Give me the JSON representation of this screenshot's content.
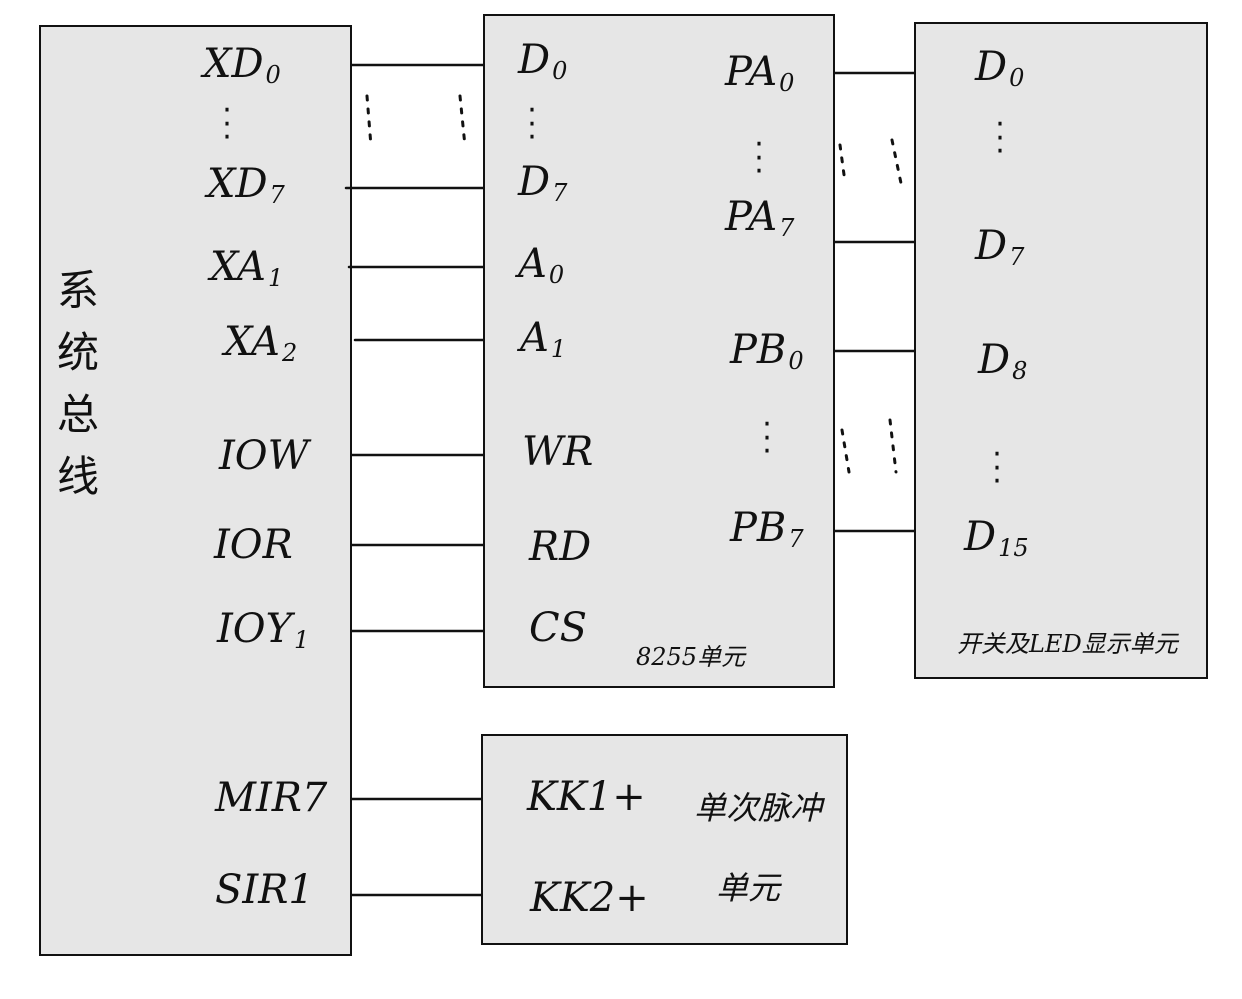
{
  "blocks": {
    "bus": {
      "title": "系统总线",
      "pins": [
        {
          "main": "XD",
          "sub": "0"
        },
        {
          "main": "XD",
          "sub": "7"
        },
        {
          "main": "XA",
          "sub": "1"
        },
        {
          "main": "XA",
          "sub": "2"
        },
        {
          "main": "IOW",
          "sub": ""
        },
        {
          "main": "IOR",
          "sub": ""
        },
        {
          "main": "IOY",
          "sub": "1"
        },
        {
          "main": "MIR7",
          "sub": ""
        },
        {
          "main": "SIR1",
          "sub": ""
        }
      ]
    },
    "u8255": {
      "title": "8255单元",
      "left_pins": [
        {
          "main": "D",
          "sub": "0"
        },
        {
          "main": "D",
          "sub": "7"
        },
        {
          "main": "A",
          "sub": "0"
        },
        {
          "main": "A",
          "sub": "1"
        },
        {
          "main": "WR",
          "sub": ""
        },
        {
          "main": "RD",
          "sub": ""
        },
        {
          "main": "CS",
          "sub": ""
        }
      ],
      "right_pins": [
        {
          "main": "PA",
          "sub": "0"
        },
        {
          "main": "PA",
          "sub": "7"
        },
        {
          "main": "PB",
          "sub": "0"
        },
        {
          "main": "PB",
          "sub": "7"
        }
      ]
    },
    "led": {
      "title": "开关及LED显示单元",
      "pins": [
        {
          "main": "D",
          "sub": "0"
        },
        {
          "main": "D",
          "sub": "7"
        },
        {
          "main": "D",
          "sub": "8"
        },
        {
          "main": "D",
          "sub": "15"
        }
      ]
    },
    "pulse": {
      "title_line1": "单次脉冲",
      "title_line2": "单元",
      "pins": [
        {
          "main": "KK1+",
          "sub": ""
        },
        {
          "main": "KK2+",
          "sub": ""
        }
      ]
    }
  },
  "colors": {
    "box_fill": "#e6e6e6",
    "ink": "#111111",
    "background": "#ffffff"
  }
}
